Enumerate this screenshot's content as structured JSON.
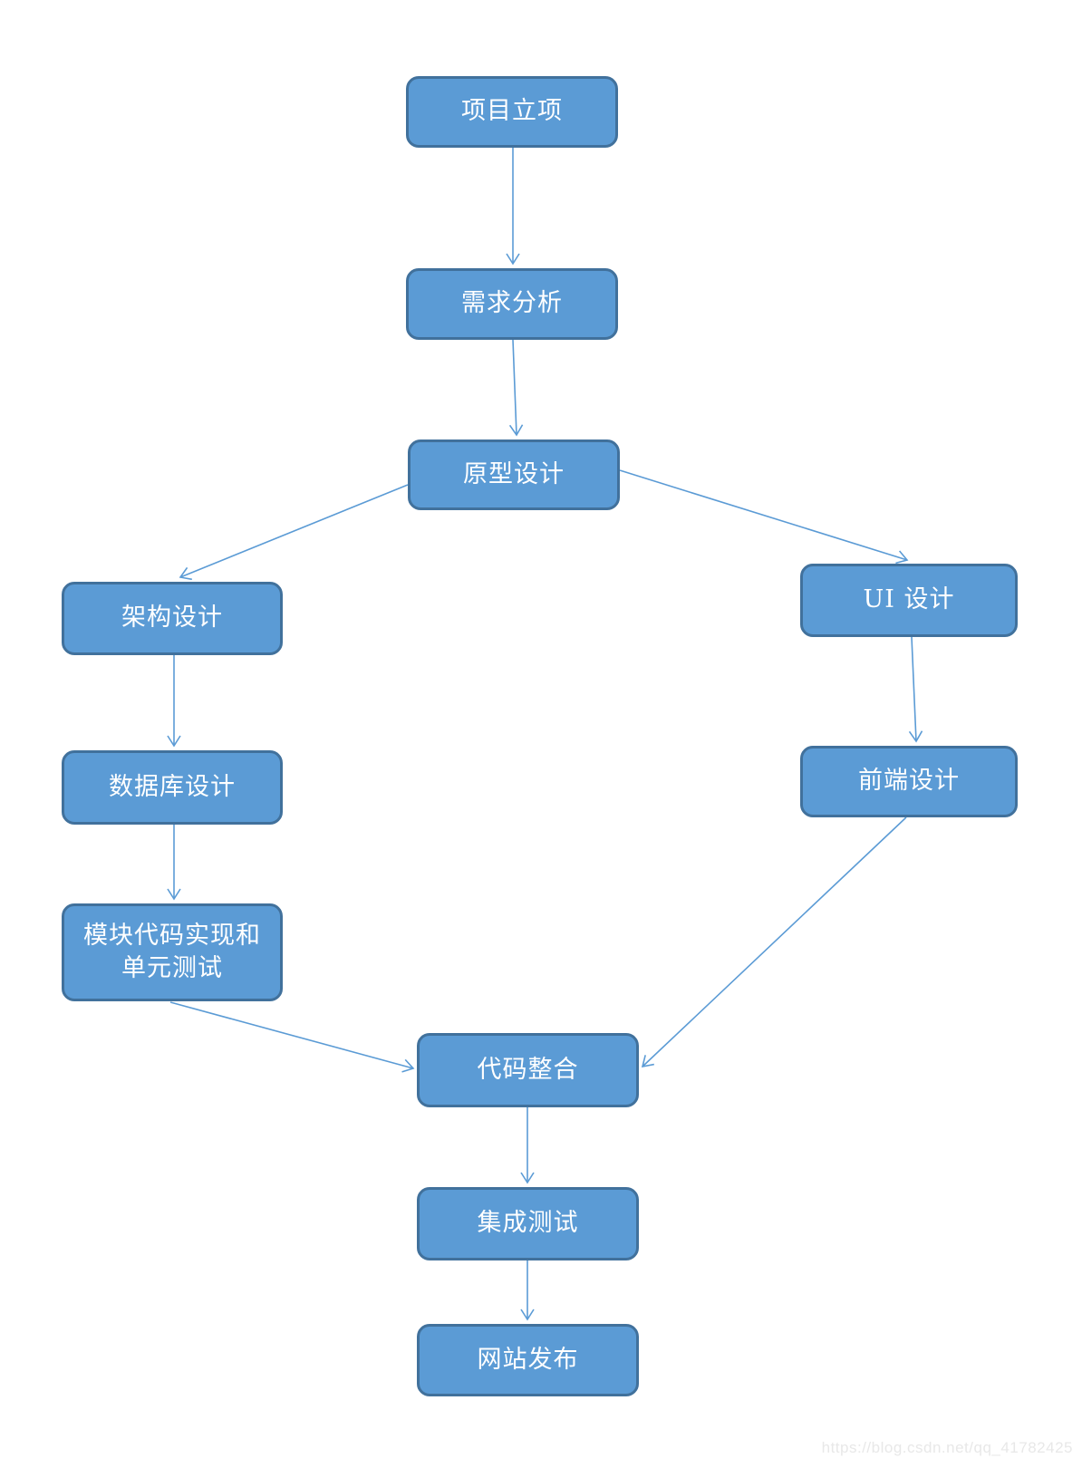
{
  "diagram": {
    "type": "flowchart",
    "colors": {
      "node_fill": "#5b9bd5",
      "node_border": "#41719c",
      "arrow": "#5b9bd5",
      "node_text": "#ffffff",
      "watermark_text": "#e8e8e8",
      "background": "#ffffff"
    },
    "nodes": [
      {
        "id": "project-initiation",
        "label": "项目立项"
      },
      {
        "id": "requirements-analysis",
        "label": "需求分析"
      },
      {
        "id": "prototype-design",
        "label": "原型设计"
      },
      {
        "id": "architecture-design",
        "label": "架构设计"
      },
      {
        "id": "ui-design",
        "label": "UI 设计"
      },
      {
        "id": "database-design",
        "label": "数据库设计"
      },
      {
        "id": "frontend-design",
        "label": "前端设计"
      },
      {
        "id": "module-code-and-unit-test",
        "label": "模块代码实现和单元测试"
      },
      {
        "id": "code-integration",
        "label": "代码整合"
      },
      {
        "id": "integration-testing",
        "label": "集成测试"
      },
      {
        "id": "website-release",
        "label": "网站发布"
      }
    ],
    "edges": [
      {
        "from": "project-initiation",
        "to": "requirements-analysis"
      },
      {
        "from": "requirements-analysis",
        "to": "prototype-design"
      },
      {
        "from": "prototype-design",
        "to": "architecture-design"
      },
      {
        "from": "prototype-design",
        "to": "ui-design"
      },
      {
        "from": "architecture-design",
        "to": "database-design"
      },
      {
        "from": "database-design",
        "to": "module-code-and-unit-test"
      },
      {
        "from": "ui-design",
        "to": "frontend-design"
      },
      {
        "from": "module-code-and-unit-test",
        "to": "code-integration"
      },
      {
        "from": "frontend-design",
        "to": "code-integration"
      },
      {
        "from": "code-integration",
        "to": "integration-testing"
      },
      {
        "from": "integration-testing",
        "to": "website-release"
      }
    ]
  },
  "watermark": {
    "text": "https://blog.csdn.net/qq_41782425"
  }
}
